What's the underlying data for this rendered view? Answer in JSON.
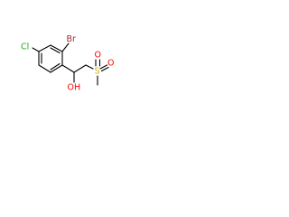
{
  "molecule": {
    "atoms": {
      "cl": {
        "label": "Cl",
        "color": "#1faa1f"
      },
      "br": {
        "label": "Br",
        "color": "#a52a2a"
      },
      "oh": {
        "label": "OH",
        "color": "#ff0000"
      },
      "s": {
        "label": "S",
        "color": "#c8b400"
      },
      "o1": {
        "label": "O",
        "color": "#ff0000"
      },
      "o2": {
        "label": "O",
        "color": "#ff0000"
      }
    }
  }
}
